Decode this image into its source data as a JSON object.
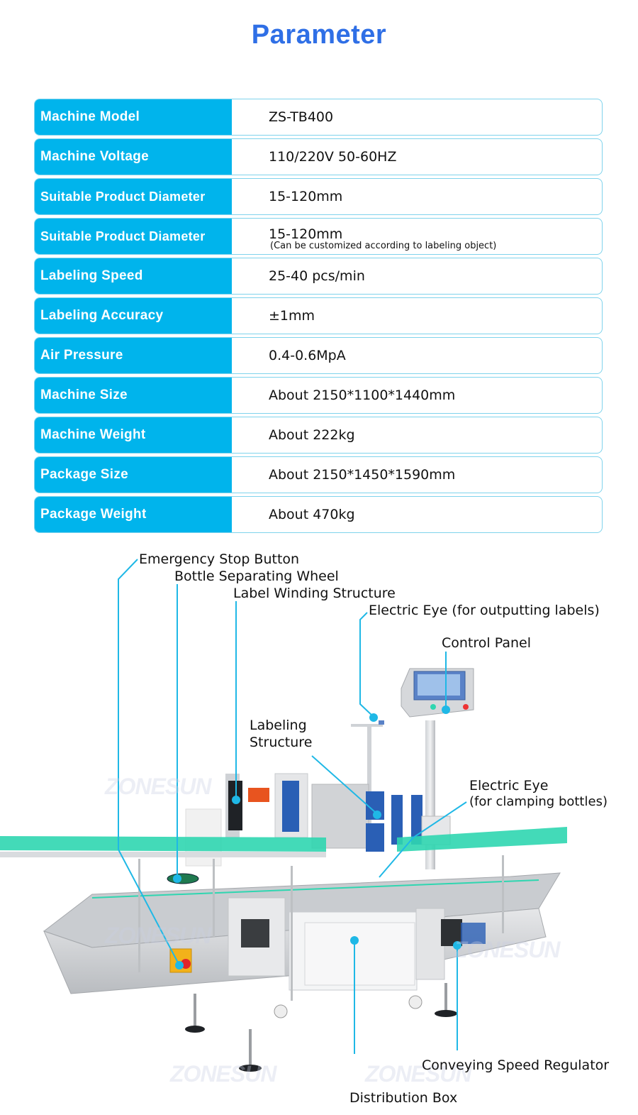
{
  "title": "Parameter",
  "colors": {
    "title": "#2f6fe6",
    "label_bg": "#00b4ec",
    "border": "#7fd3ec",
    "callout_line": "#1fb8e6",
    "conveyor_green": "#2fd6b0"
  },
  "parameters": [
    {
      "label": "Machine Model",
      "value": "ZS-TB400"
    },
    {
      "label": "Machine Voltage",
      "value": "110/220V 50-60HZ"
    },
    {
      "label": "Suitable Product Diameter",
      "value": "15-120mm"
    },
    {
      "label": "Suitable Product Diameter",
      "value": "15-120mm",
      "note": "(Can be customized according to labeling object)"
    },
    {
      "label": "Labeling Speed",
      "value": "25-40 pcs/min"
    },
    {
      "label": "Labeling Accuracy",
      "value": "±1mm"
    },
    {
      "label": "Air Pressure",
      "value": "0.4-0.6MpA"
    },
    {
      "label": "Machine Size",
      "value": "About 2150*1100*1440mm"
    },
    {
      "label": "Machine Weight",
      "value": "About 222kg"
    },
    {
      "label": "Package Size",
      "value": "About 2150*1450*1590mm"
    },
    {
      "label": "Package Weight",
      "value": "About 470kg"
    }
  ],
  "callouts": {
    "emergency_stop": "Emergency Stop Button",
    "separating_wheel": "Bottle Separating Wheel",
    "label_winding": "Label Winding Structure",
    "electric_eye_labels": "Electric Eye (for outputting labels)",
    "control_panel": "Control Panel",
    "labeling_structure_1": "Labeling",
    "labeling_structure_2": "Structure",
    "electric_eye_clamp_1": "Electric Eye",
    "electric_eye_clamp_2": "(for clamping bottles)",
    "conveying_regulator": "Conveying Speed Regulator",
    "distribution_box": "Distribution Box"
  },
  "watermark": "ZONESUN"
}
